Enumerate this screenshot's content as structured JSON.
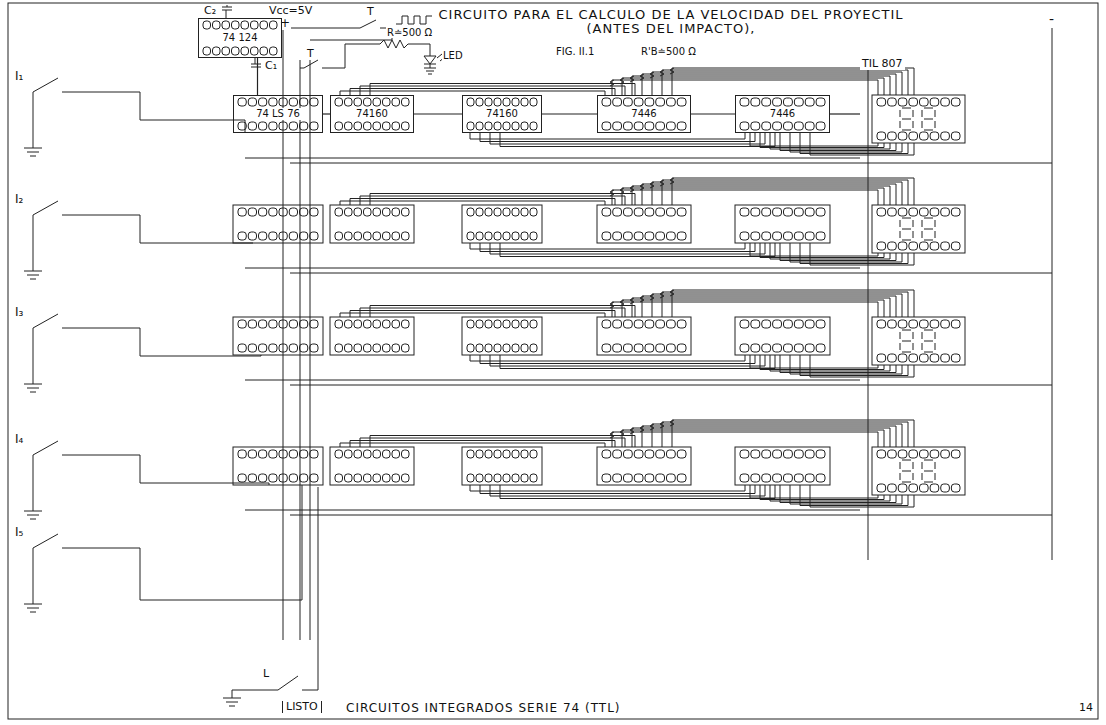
{
  "diagram": {
    "title": "CIRCUITO PARA EL CALCULO DE LA VELOCIDAD DEL PROYECTIL (ANTES DEL IMPACTO),",
    "caption": "CIRCUITOS INTEGRADOS SERIE 74 (TTL)",
    "nodes": [
      {
        "text": [
          "74 124"
        ]
      },
      {
        "text": [
          "74 LS 76"
        ]
      },
      {
        "text": [
          "74160"
        ]
      },
      {
        "text": [
          "74160"
        ]
      },
      {
        "text": [
          "7446"
        ]
      },
      {
        "text": [
          "7446"
        ]
      },
      {
        "text": [
          "TIL 807"
        ]
      }
    ],
    "edges": [
      {
        "from": 0,
        "to": 1,
        "arrow": "none"
      },
      {
        "from": 1,
        "to": 2,
        "arrow": "none"
      },
      {
        "from": 2,
        "to": 3,
        "arrow": "none"
      },
      {
        "from": 3,
        "to": 4,
        "arrow": "none"
      },
      {
        "from": 4,
        "to": 5,
        "arrow": "none"
      },
      {
        "from": 5,
        "to": 6,
        "arrow": "none"
      }
    ],
    "labels": [
      "FIG. II.1",
      "Vcc=5V",
      "+",
      "-",
      "C₂",
      "C₁",
      "T",
      "T",
      "R≐500 Ω",
      "LED",
      "R'B≐500 Ω",
      "I₁",
      "I₂",
      "I₃",
      "I₄",
      "I₅",
      "L",
      "LISTO",
      "14"
    ]
  }
}
